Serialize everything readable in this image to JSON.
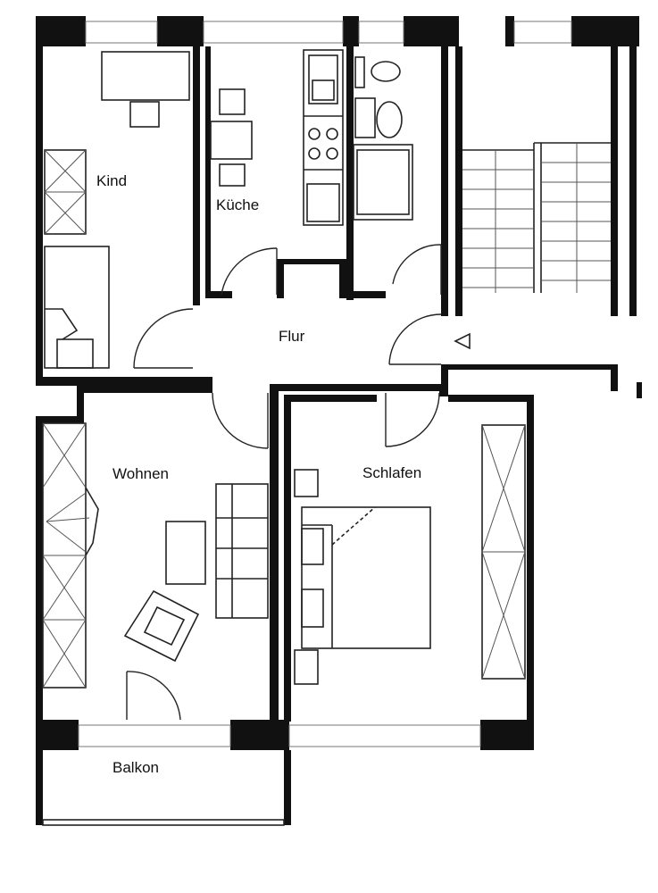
{
  "plan": {
    "rooms": {
      "kind": "Kind",
      "kueche": "Küche",
      "flur": "Flur",
      "wohnen": "Wohnen",
      "schlafen": "Schlafen",
      "balkon": "Balkon"
    }
  }
}
